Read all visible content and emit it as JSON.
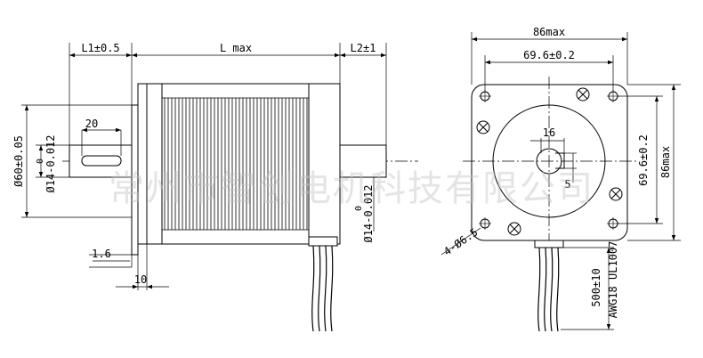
{
  "side_view": {
    "l1": "L1±0.5",
    "l_max": "L max",
    "l2": "L2±1",
    "flat_len": "20",
    "flange_dia": "Ø60±0.05",
    "shaft_dia_front": "Ø14-0.012",
    "shaft_dia_front_tol": "0",
    "shaft_dia_rear": "Ø14-0.012",
    "shaft_dia_rear_tol": "0",
    "boss_height": "1.6",
    "flange_thick": "10"
  },
  "front_view": {
    "width_max": "86max",
    "hole_pitch_h": "69.6±0.2",
    "hole_pitch_v": "69.6±0.2",
    "height_max": "86max",
    "key_width": "16",
    "key_depth": "5",
    "mount_holes": "4-Ø6.5",
    "lead_length": "500±10",
    "wire_spec": "AWG18 UL1007"
  },
  "watermark": "常州市智创电机科技有限公司"
}
